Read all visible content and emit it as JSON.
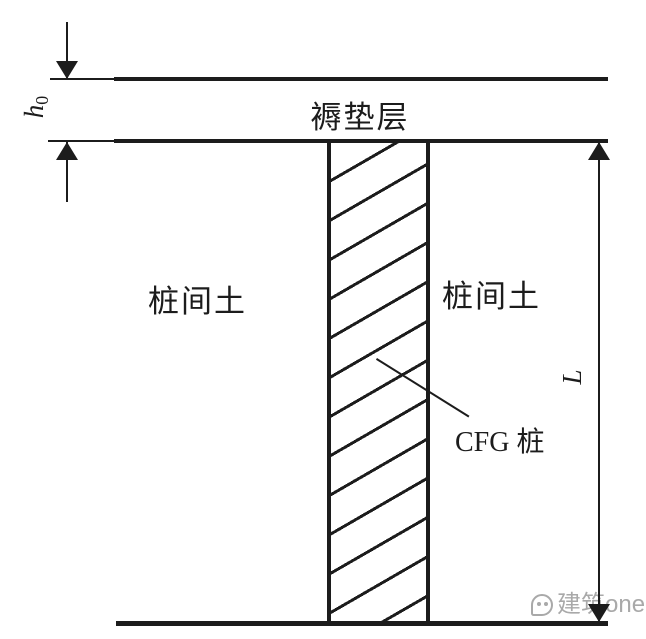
{
  "diagram": {
    "title_semantic": "CFG pile composite foundation section",
    "cushion_label": "褥垫层",
    "soil_left_label": "桩间土",
    "soil_right_label": "桩间土",
    "pile_label": "CFG 桩",
    "dim_h0_base": "h",
    "dim_h0_sub": "0",
    "dim_L": "L"
  },
  "watermark": {
    "text": "建筑one"
  },
  "colors": {
    "line": "#1c1c1c",
    "watermark": "#a9a9a9",
    "background": "#ffffff"
  }
}
